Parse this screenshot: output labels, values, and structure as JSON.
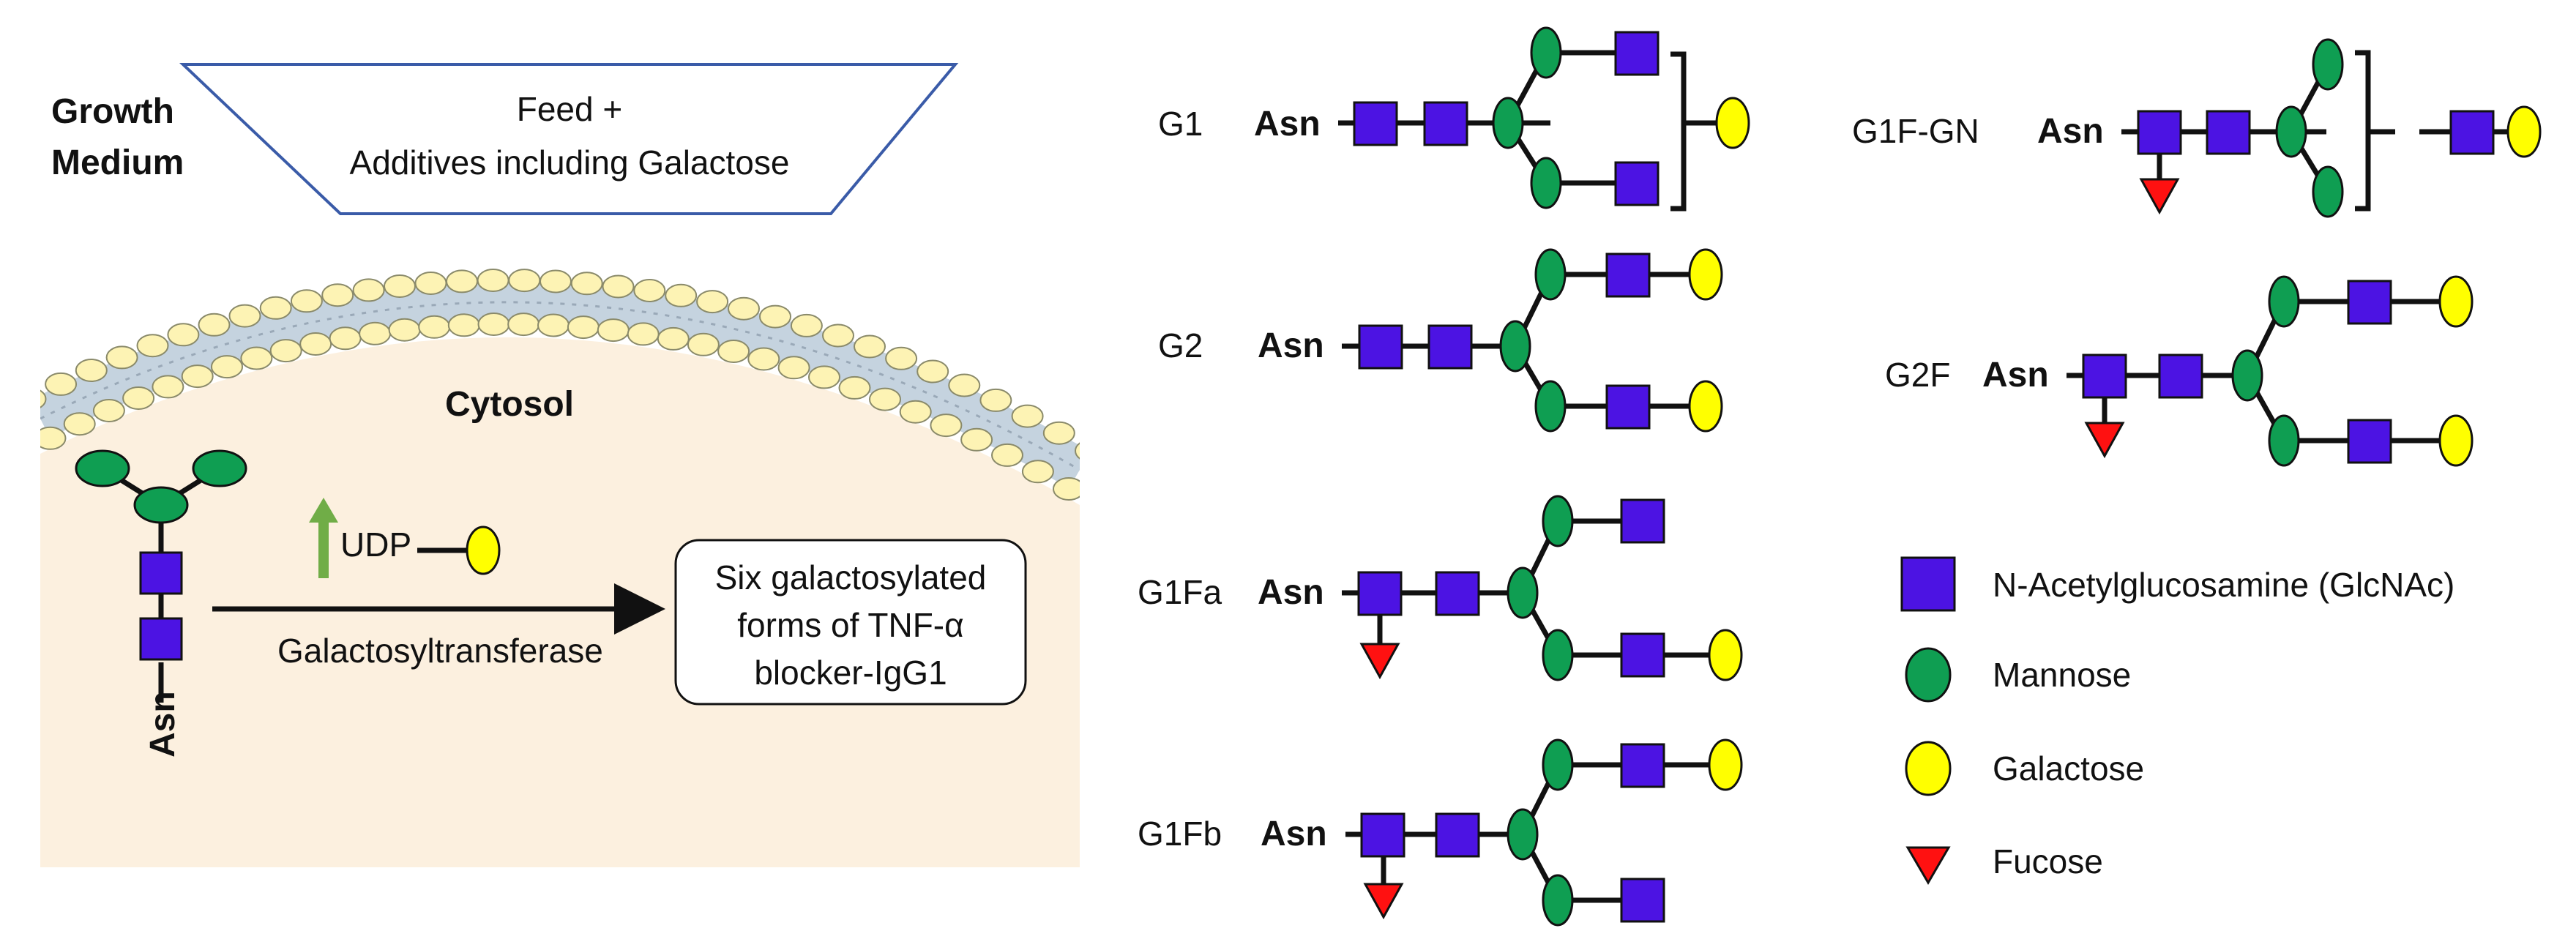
{
  "colors": {
    "glcnac": "#4c13e3",
    "mannose": "#0f9e52",
    "galactose": "#ffff00",
    "fucose": "#ff1111",
    "cytosol": "#fcf0df",
    "lipid_head": "#fdf3b4",
    "membrane_tail": "#c5d3df",
    "arrow_up": "#70ad47",
    "funnel_stroke": "#3a5ba8"
  },
  "left": {
    "growth_medium_line1": "Growth",
    "growth_medium_line2": "Medium",
    "funnel_line1": "Feed +",
    "funnel_line2": "Additives including  Galactose",
    "cytosol": "Cytosol",
    "asn": "Asn",
    "udp": "UDP",
    "enzyme": "Galactosyltransferase",
    "product_line1": "Six galactosylated",
    "product_line2": "forms of TNF-α",
    "product_line3": "blocker-IgG1"
  },
  "glycoforms": [
    {
      "name": "G1",
      "asn": "Asn"
    },
    {
      "name": "G2",
      "asn": "Asn"
    },
    {
      "name": "G1Fa",
      "asn": "Asn"
    },
    {
      "name": "G1Fb",
      "asn": "Asn"
    },
    {
      "name": "G1F-GN",
      "asn": "Asn"
    },
    {
      "name": "G2F",
      "asn": "Asn"
    }
  ],
  "legend": [
    {
      "shape": "square",
      "label": "N-Acetylglucosamine  (GlcNAc)"
    },
    {
      "shape": "circle",
      "label": "Mannose"
    },
    {
      "shape": "circle-yellow",
      "label": "Galactose"
    },
    {
      "shape": "triangle",
      "label": "Fucose"
    }
  ]
}
